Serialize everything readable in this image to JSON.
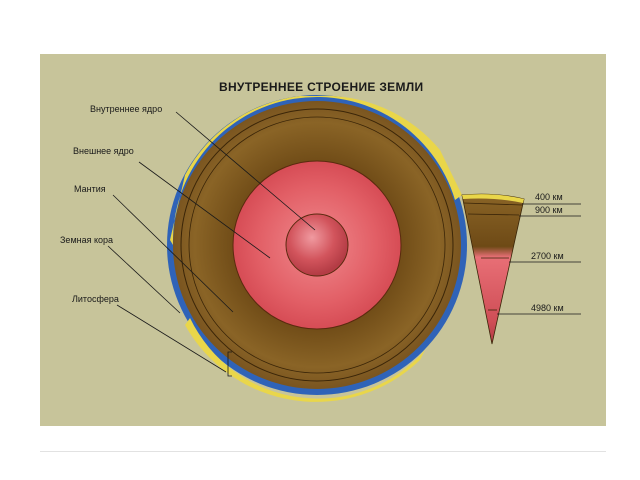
{
  "title": "ВНУТРЕННЕЕ СТРОЕНИЕ ЗЕМЛИ",
  "labels": {
    "inner_core": "Внутреннее ядро",
    "outer_core": "Внешнее ядро",
    "mantle": "Мантия",
    "crust": "Земная кора",
    "lithosphere": "Литосфера"
  },
  "depths": [
    "400 км",
    "900 км",
    "2700 км",
    "4980 км"
  ],
  "colors": {
    "background": "#c7c49a",
    "mantle": "#7d5a1e",
    "outer_core": "#e0585f",
    "inner_core": "#c94a4f",
    "crust": "#e9d64a",
    "ocean": "#2f63b8"
  }
}
